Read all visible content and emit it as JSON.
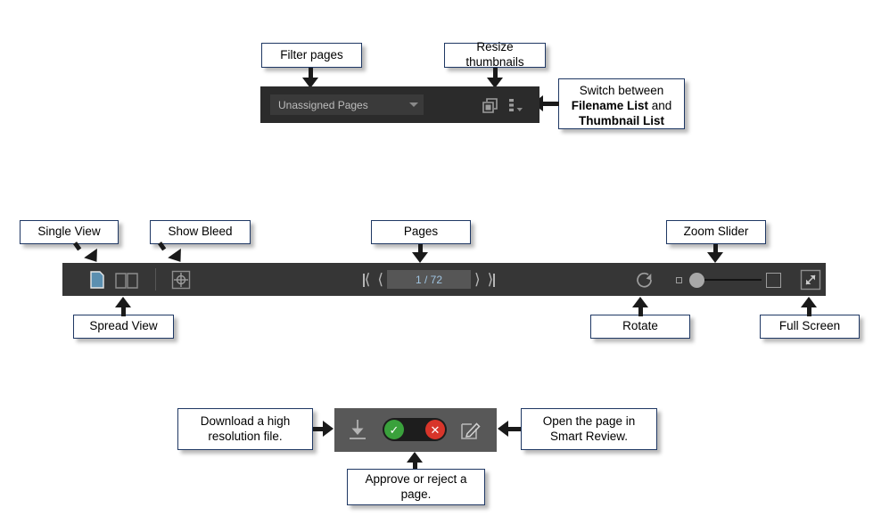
{
  "callouts": {
    "filter_pages": "Filter pages",
    "resize_thumbnails": "Resize thumbnails",
    "switch_line1": "Switch between",
    "switch_bold1": "Filename List",
    "switch_and": " and",
    "switch_bold2": "Thumbnail List",
    "single_view": "Single View",
    "show_bleed": "Show Bleed",
    "pages": "Pages",
    "zoom_slider": "Zoom Slider",
    "spread_view": "Spread View",
    "rotate": "Rotate",
    "full_screen": "Full Screen",
    "download": "Download a high resolution file.",
    "approve_reject": "Approve or reject a page.",
    "smart_review": "Open the page in Smart Review."
  },
  "thumbnail_toolbar": {
    "filter_value": "Unassigned Pages",
    "resize_icon": "resize-thumbnails-icon",
    "list_toggle_icon": "list-view-toggle-icon"
  },
  "viewer_toolbar": {
    "single_view_icon": "single-page-icon",
    "spread_view_icon": "spread-page-icon",
    "bleed_icon": "show-bleed-icon",
    "first_page_icon": "first-page-icon",
    "prev_page_icon": "previous-page-icon",
    "page_indicator": "1 / 72",
    "next_page_icon": "next-page-icon",
    "last_page_icon": "last-page-icon",
    "rotate_icon": "rotate-icon",
    "zoom_min_icon": "zoom-small-square-icon",
    "zoom_max_icon": "zoom-large-square-icon",
    "fullscreen_icon": "full-screen-icon"
  },
  "page_actions_toolbar": {
    "download_icon": "download-icon",
    "approve_icon": "approve-check-icon",
    "reject_icon": "reject-x-icon",
    "smart_review_icon": "smart-review-edit-icon"
  },
  "colors": {
    "callout_border": "#1f3864",
    "toolbar_dark": "#2b2b2b",
    "toolbar_mid": "#363636",
    "toolbar_light": "#585858",
    "accent_blue": "#5b8fb0",
    "approve_green": "#3aa13c",
    "reject_red": "#d8352a",
    "page_text_blue": "#9fc3e0"
  }
}
